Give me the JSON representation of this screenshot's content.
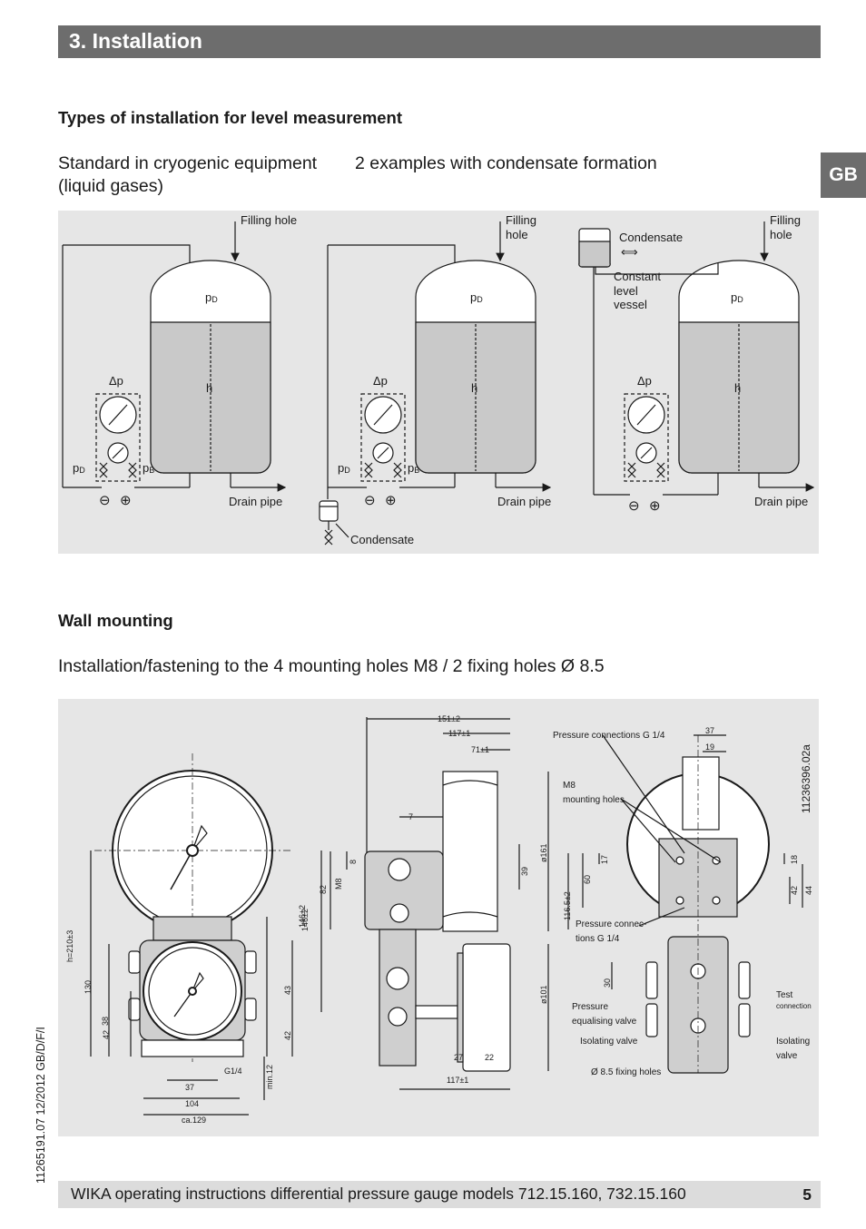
{
  "header": {
    "title": "3. Installation"
  },
  "side_tab": {
    "label": "GB"
  },
  "section_level": {
    "heading": "Types of installation for level measurement",
    "col1": [
      "Standard in cryogenic equipment",
      "(liquid gases)"
    ],
    "col2": "2 examples with condensate formation",
    "diagram": {
      "filling_hole": "Filling hole",
      "filling": "Filling",
      "hole": "hole",
      "p": "p",
      "sub_d": "D",
      "sub_b": "B",
      "delta_p": "Δp",
      "h": "h",
      "drain_pipe": "Drain pipe",
      "condensate": "Condensate",
      "constant_level_vessel": [
        "Constant",
        "level",
        "vessel"
      ],
      "minus": "⊖",
      "plus": "⊕",
      "arrows": "⟺"
    }
  },
  "section_wall": {
    "heading": "Wall mounting",
    "text": "Installation/fastening to the 4 mounting holes M8 / 2 fixing holes Ø 8.5",
    "drawing": {
      "doc_number": "11236396.02a",
      "front_dims": [
        "h=210±3",
        "130",
        "38",
        "42",
        "146±2",
        "43",
        "42",
        "min.12",
        "G1/4",
        "37",
        "104",
        "ca.129"
      ],
      "side_dims": [
        "151±2",
        "117±1",
        "71±1",
        "7",
        "82",
        "M8",
        "8",
        "39",
        "ø161",
        "ø101",
        "27",
        "22",
        "117±1"
      ],
      "back_dims": [
        "37",
        "19",
        "17",
        "60",
        "116.5±2",
        "30",
        "18",
        "42",
        "44"
      ],
      "labels": {
        "pressure_connections_top": "Pressure connections G 1/4",
        "m8": "M8",
        "mounting_holes": "mounting holes",
        "pressure_connections_side": [
          "Pressure connec-",
          "tions G 1/4"
        ],
        "pressure_equalising_valve": [
          "Pressure",
          "equalising valve"
        ],
        "isolating_valve_left": "Isolating valve",
        "fixing_holes": "Ø 8.5 fixing holes",
        "test_connection": [
          "Test",
          "connection"
        ],
        "isolating_valve_right": [
          "Isolating",
          "valve"
        ]
      }
    }
  },
  "side_code": "11265191.07 12/2012 GB/D/F/I",
  "footer": {
    "text": "WIKA operating instructions differential pressure gauge models 712.15.160, 732.15.160",
    "page": "5"
  }
}
